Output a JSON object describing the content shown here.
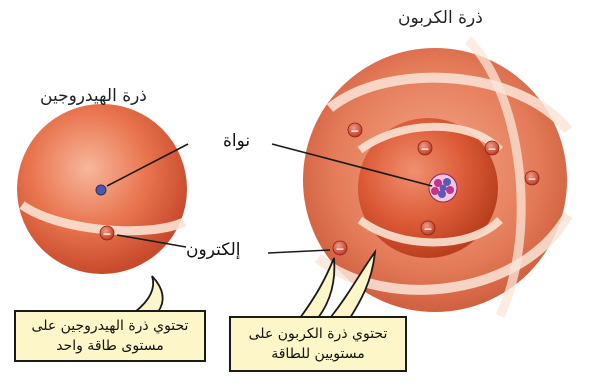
{
  "titles": {
    "hydrogen_atom": "ذرة الهيدروجين",
    "carbon_atom": "ذرة الكربون"
  },
  "labels": {
    "nucleus": "نواة",
    "electron": "إلكترون"
  },
  "notes": {
    "hydrogen": {
      "line1": "تحتوي ذرة الهيدروجين على",
      "line2": "مستوى طاقة واحد"
    },
    "carbon": {
      "line1": "تحتوي ذرة الكربون على",
      "line2": "مستويين للطاقة"
    }
  },
  "electron_symbol": "−",
  "colors": {
    "sphere": "#e0603c",
    "electron": "#d8452f",
    "note_fill": "#fdf6c8"
  }
}
